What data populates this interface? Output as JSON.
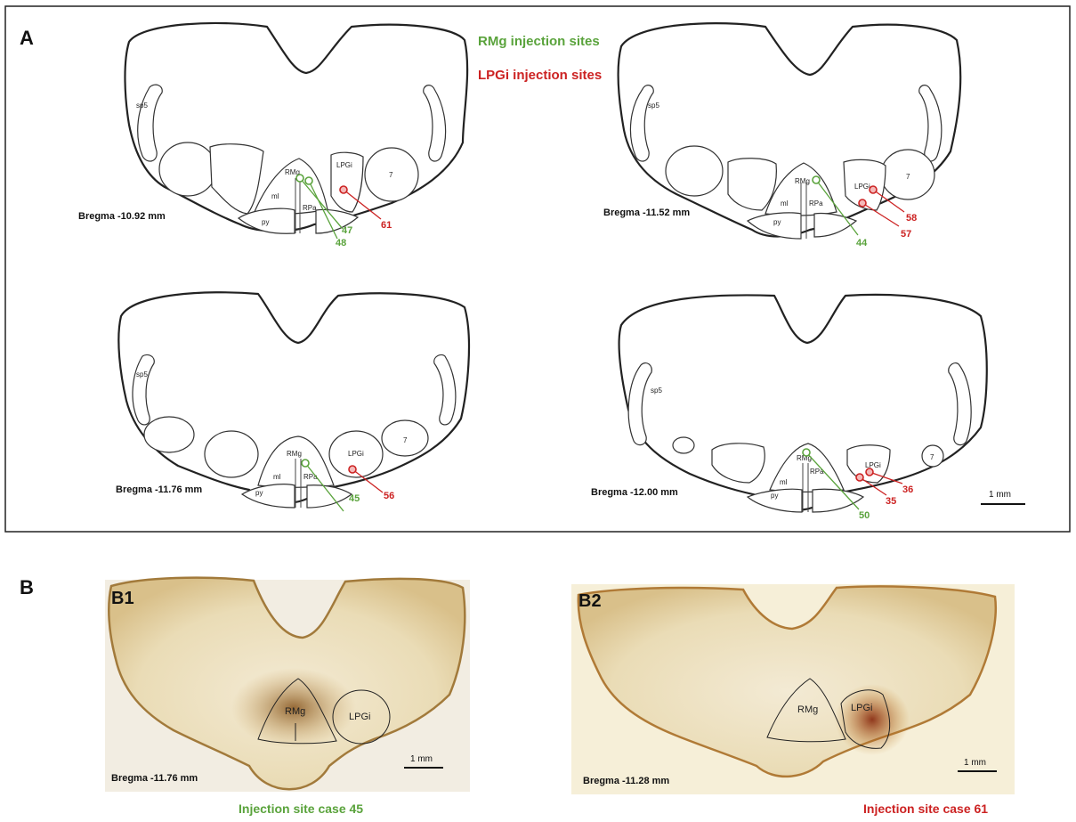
{
  "panel_a": {
    "letter": "A",
    "legend_rmg": "RMg injection sites",
    "legend_lpgi": "LPGi injection sites",
    "colors": {
      "rmg": "#5aa33c",
      "lpgi": "#cc2222",
      "frame": "#222222"
    },
    "scale_bar": "1 mm",
    "sections": [
      {
        "bregma": "Bregma  -10.92  mm",
        "rmg_cases": [
          "47",
          "48"
        ],
        "lpgi_cases": [
          "61"
        ]
      },
      {
        "bregma": "Bregma  -11.52  mm",
        "rmg_cases": [
          "44"
        ],
        "lpgi_cases": [
          "58",
          "57"
        ]
      },
      {
        "bregma": "Bregma  -11.76  mm",
        "rmg_cases": [
          "45"
        ],
        "lpgi_cases": [
          "56"
        ]
      },
      {
        "bregma": "Bregma  -12.00  mm",
        "rmg_cases": [
          "50"
        ],
        "lpgi_cases": [
          "35",
          "36"
        ]
      }
    ],
    "region_labels": {
      "sp5": "sp5",
      "rmg": "RMg",
      "lpgi": "LPGi",
      "ml": "ml",
      "rpa": "RPa",
      "py": "py",
      "seven": "7"
    }
  },
  "panel_b": {
    "letter": "B",
    "b1": {
      "label": "B1",
      "bregma": "Bregma  -11.76  mm",
      "rmg": "RMg",
      "lpgi": "LPGi",
      "scale": "1 mm",
      "caption": "Injection site case 45"
    },
    "b2": {
      "label": "B2",
      "bregma": "Bregma  -11.28 mm",
      "rmg": "RMg",
      "lpgi": "LPGi",
      "scale": "1 mm",
      "caption": "Injection site case 61"
    }
  }
}
